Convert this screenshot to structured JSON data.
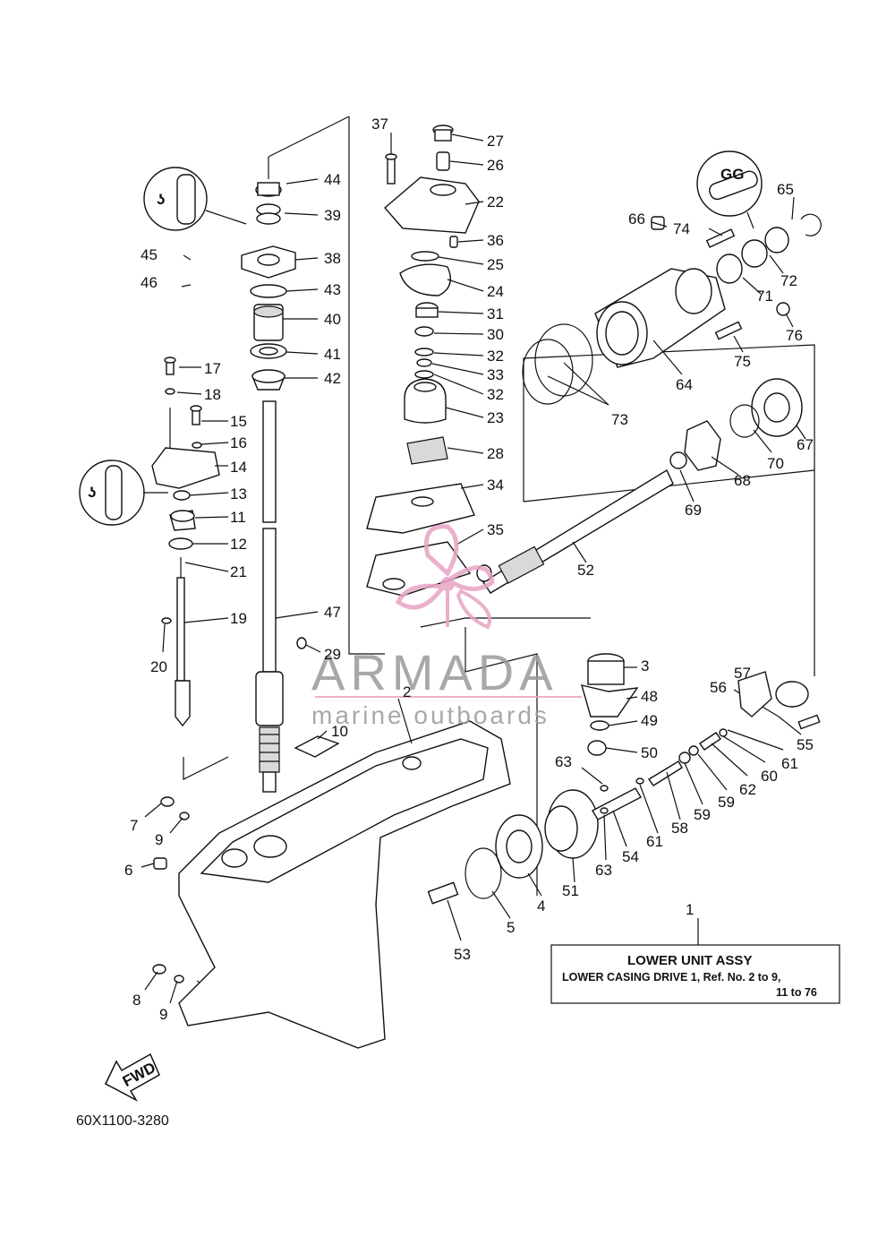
{
  "drawing_code": "60X1100-3280",
  "assembly_box": {
    "title": "LOWER UNIT ASSY",
    "line1": "LOWER CASING DRIVE 1,  Ref. No. 2 to 9,",
    "line2": "11 to 76",
    "ref_number": "1"
  },
  "watermark": {
    "brand": "ARMADA",
    "tagline": "marine outboards"
  },
  "fwd_arrow_label": "FWD",
  "part_numbers": [
    "2",
    "3",
    "4",
    "5",
    "6",
    "7",
    "8",
    "9",
    "9b",
    "10",
    "11",
    "12",
    "13",
    "14",
    "15",
    "16",
    "17",
    "18",
    "19",
    "20",
    "21",
    "22",
    "23",
    "24",
    "25",
    "26",
    "27",
    "28",
    "29",
    "30",
    "31",
    "32a",
    "32b",
    "33",
    "34",
    "35",
    "36",
    "37",
    "38",
    "39",
    "40",
    "41",
    "42",
    "43",
    "44",
    "45",
    "46",
    "47",
    "48",
    "49",
    "50",
    "51",
    "52",
    "53",
    "54",
    "55",
    "56",
    "57",
    "58",
    "59a",
    "59b",
    "60",
    "61a",
    "61b",
    "62",
    "63a",
    "63b",
    "64",
    "65",
    "66",
    "67",
    "68",
    "69",
    "70",
    "71",
    "72",
    "73",
    "74",
    "75",
    "76"
  ],
  "labels": {
    "n2": "2",
    "n3": "3",
    "n4": "4",
    "n5": "5",
    "n6": "6",
    "n7": "7",
    "n8": "8",
    "n9": "9",
    "n9b": "9",
    "n10": "10",
    "n11": "11",
    "n12": "12",
    "n13": "13",
    "n14": "14",
    "n15": "15",
    "n16": "16",
    "n17": "17",
    "n18": "18",
    "n19": "19",
    "n20": "20",
    "n21": "21",
    "n22": "22",
    "n23": "23",
    "n24": "24",
    "n25": "25",
    "n26": "26",
    "n27": "27",
    "n28": "28",
    "n29": "29",
    "n30": "30",
    "n31": "31",
    "n32a": "32",
    "n32b": "32",
    "n33": "33",
    "n34": "34",
    "n35": "35",
    "n36": "36",
    "n37": "37",
    "n38": "38",
    "n39": "39",
    "n40": "40",
    "n41": "41",
    "n42": "42",
    "n43": "43",
    "n44": "44",
    "n45": "45",
    "n46": "46",
    "n47": "47",
    "n48": "48",
    "n49": "49",
    "n50": "50",
    "n51": "51",
    "n52": "52",
    "n53": "53",
    "n54": "54",
    "n55": "55",
    "n56": "56",
    "n57": "57",
    "n58": "58",
    "n59a": "59",
    "n59b": "59",
    "n60": "60",
    "n61a": "61",
    "n61b": "61",
    "n62": "62",
    "n63a": "63",
    "n63b": "63",
    "n64": "64",
    "n65": "65",
    "n66": "66",
    "n67": "67",
    "n68": "68",
    "n69": "69",
    "n70": "70",
    "n71": "71",
    "n72": "72",
    "n73": "73",
    "n74": "74",
    "n75": "75",
    "n76": "76"
  },
  "colors": {
    "line": "#111111",
    "watermark_text": "#9a9a9a",
    "watermark_logo": "#e8a3c4"
  }
}
